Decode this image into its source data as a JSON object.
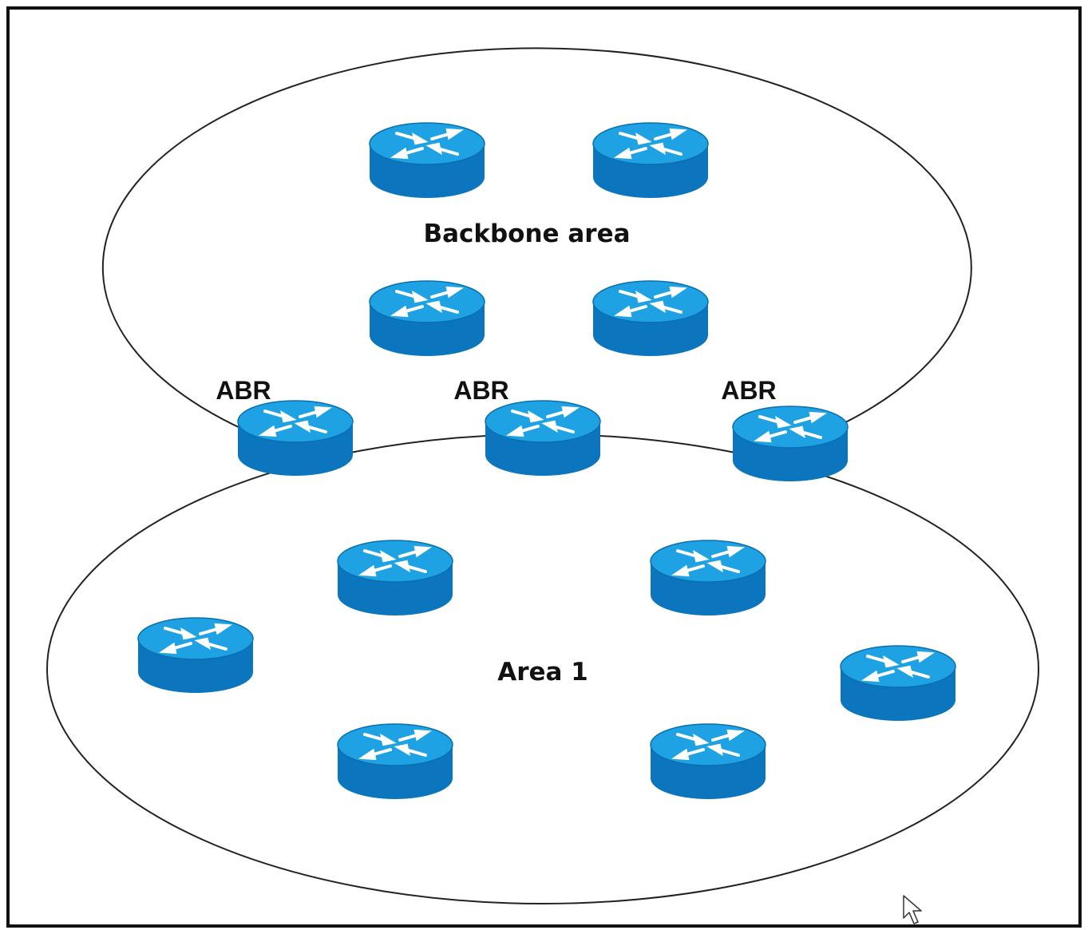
{
  "diagram": {
    "areas": [
      {
        "id": "backbone",
        "label": "Backbone area"
      },
      {
        "id": "area1",
        "label": "Area 1"
      }
    ],
    "abr_labels": [
      "ABR",
      "ABR",
      "ABR"
    ],
    "routers": [
      {
        "name": "router-backbone-1",
        "role": "backbone-router"
      },
      {
        "name": "router-backbone-2",
        "role": "backbone-router"
      },
      {
        "name": "router-backbone-3",
        "role": "backbone-router"
      },
      {
        "name": "router-backbone-4",
        "role": "backbone-router"
      },
      {
        "name": "router-abr-1",
        "role": "area-border-router"
      },
      {
        "name": "router-abr-2",
        "role": "area-border-router"
      },
      {
        "name": "router-abr-3",
        "role": "area-border-router"
      },
      {
        "name": "router-area1-1",
        "role": "internal-router"
      },
      {
        "name": "router-area1-2",
        "role": "internal-router"
      },
      {
        "name": "router-area1-3",
        "role": "internal-router"
      },
      {
        "name": "router-area1-4",
        "role": "internal-router"
      },
      {
        "name": "router-area1-5",
        "role": "internal-router"
      },
      {
        "name": "router-area1-6",
        "role": "internal-router"
      }
    ],
    "colors": {
      "router_top": "#1ea2e3",
      "router_side": "#0b76bd",
      "router_arrows": "#ffffff",
      "area_outline": "#222222",
      "frame": "#111111"
    },
    "icons": {
      "router": "router-icon",
      "cursor": "mouse-cursor-icon"
    }
  }
}
